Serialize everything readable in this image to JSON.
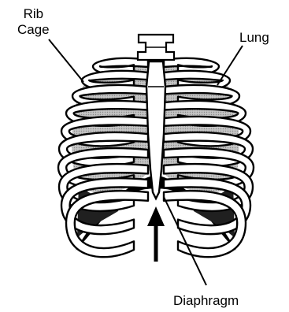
{
  "labels": {
    "rib_cage_line1": "Rib",
    "rib_cage_line2": "Cage",
    "lung": "Lung",
    "diaphragm": "Diaphragm"
  },
  "colors": {
    "ink": "#000000",
    "lung_fill": "#b9b9b9",
    "background": "#ffffff"
  },
  "icons": {
    "arrow": "up-arrow-icon"
  }
}
